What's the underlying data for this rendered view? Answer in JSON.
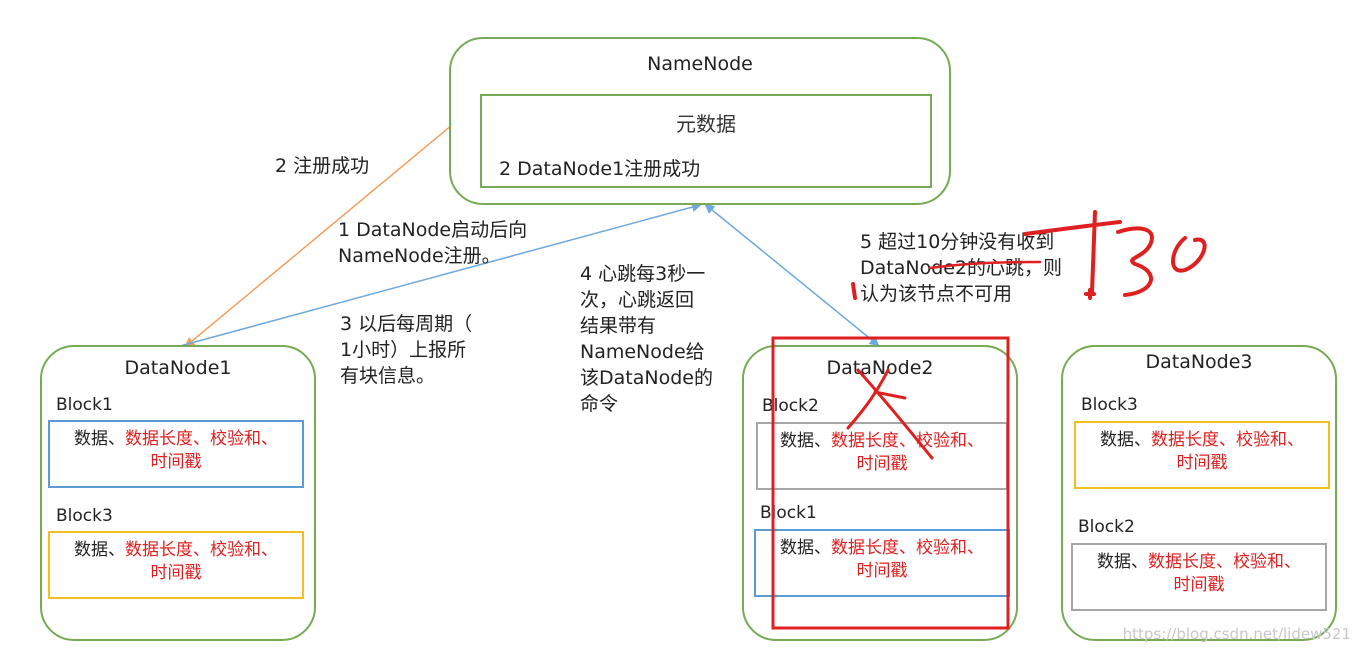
{
  "namenode": {
    "title": "NameNode",
    "metadata_title": "元数据",
    "metadata_status": "2 DataNode1注册成功"
  },
  "datanodes": [
    {
      "title": "DataNode1",
      "blocks": [
        {
          "label": "Block1",
          "text_plain": "数据、",
          "text_red": "数据长度、校验和、",
          "text_red2": "时间戳",
          "border_color": "#5b9bd5"
        },
        {
          "label": "Block3",
          "text_plain": "数据、",
          "text_red": "数据长度、校验和、",
          "text_red2": "时间戳",
          "border_color": "#f0c020"
        }
      ]
    },
    {
      "title": "DataNode2",
      "blocks": [
        {
          "label": "Block2",
          "text_plain": "数据、",
          "text_red": "数据长度、校验和、",
          "text_red2": "时间戳",
          "border_color": "#a6a6a6"
        },
        {
          "label": "Block1",
          "text_plain": "数据、",
          "text_red": "数据长度、校验和、",
          "text_red2": "时间戳",
          "border_color": "#5b9bd5"
        }
      ]
    },
    {
      "title": "DataNode3",
      "blocks": [
        {
          "label": "Block3",
          "text_plain": "数据、",
          "text_red": "数据长度、校验和、",
          "text_red2": "时间戳",
          "border_color": "#f0c020"
        },
        {
          "label": "Block2",
          "text_plain": "数据、",
          "text_red": "数据长度、校验和、",
          "text_red2": "时间戳",
          "border_color": "#a6a6a6"
        }
      ]
    }
  ],
  "annotations": {
    "step1_line1": "1 DataNode启动后向",
    "step1_line2": "NameNode注册。",
    "step2": "2 注册成功",
    "step3_line1": "3 以后每周期（",
    "step3_line2": "1小时）上报所",
    "step3_line3": "有块信息。",
    "step4_line1": "4 心跳每3秒一",
    "step4_line2": "次，心跳返回",
    "step4_line3": "结果带有",
    "step4_line4": "NameNode给",
    "step4_line5": "该DataNode的",
    "step4_line6": "命令",
    "step5_line1": "5 超过10分钟没有收到",
    "step5_line2": "DataNode2的心跳，则",
    "step5_line3": "认为该节点不可用"
  },
  "handwritten_note": "+30",
  "watermark": "https://blog.csdn.net/lidew521",
  "colors": {
    "node_border": "#77aa55",
    "arrow_orange": "#f0a060",
    "arrow_blue": "#6fa8dc",
    "red": "#e02020"
  }
}
